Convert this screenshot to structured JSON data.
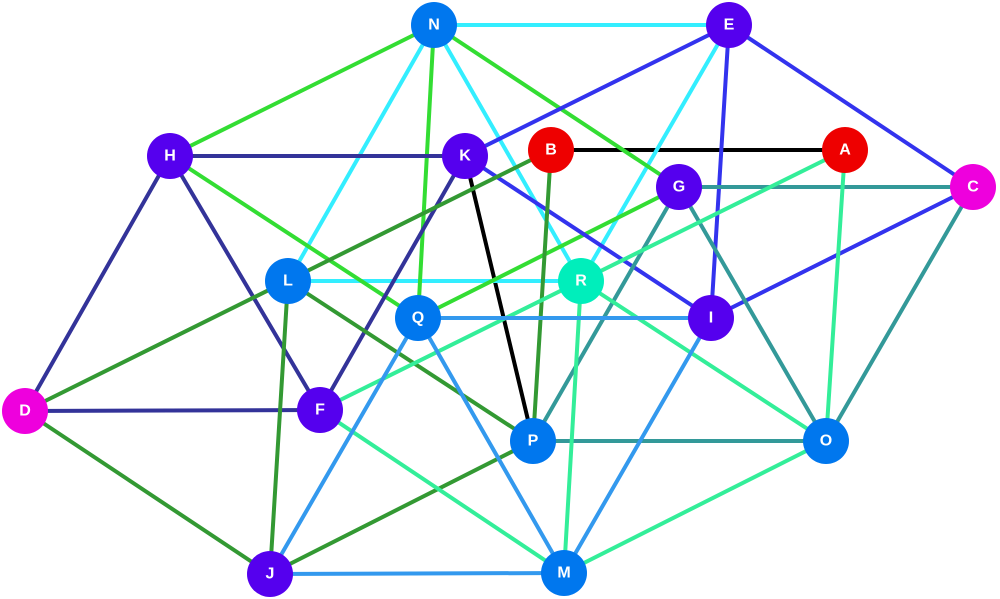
{
  "graph": {
    "colors": {
      "red": "#ee0000",
      "purple": "#5500ee",
      "blue": "#0077ee",
      "magenta": "#ee00dd",
      "teal_node": "#00eebb",
      "black": "#000000",
      "navy": "#333399",
      "cyan": "#33eeff",
      "lime": "#33dd33",
      "forest": "#339933",
      "mint": "#33ee99",
      "skyblue": "#3399ee",
      "royal": "#3333ee",
      "teal": "#339999"
    },
    "nodes": [
      {
        "id": "A",
        "label": "A",
        "color": "red"
      },
      {
        "id": "B",
        "label": "B",
        "color": "red"
      },
      {
        "id": "C",
        "label": "C",
        "color": "magenta"
      },
      {
        "id": "D",
        "label": "D",
        "color": "magenta"
      },
      {
        "id": "E",
        "label": "E",
        "color": "purple"
      },
      {
        "id": "F",
        "label": "F",
        "color": "purple"
      },
      {
        "id": "G",
        "label": "G",
        "color": "purple"
      },
      {
        "id": "H",
        "label": "H",
        "color": "purple"
      },
      {
        "id": "I",
        "label": "I",
        "color": "purple"
      },
      {
        "id": "J",
        "label": "J",
        "color": "purple"
      },
      {
        "id": "K",
        "label": "K",
        "color": "purple"
      },
      {
        "id": "L",
        "label": "L",
        "color": "blue"
      },
      {
        "id": "M",
        "label": "M",
        "color": "blue"
      },
      {
        "id": "N",
        "label": "N",
        "color": "blue"
      },
      {
        "id": "O",
        "label": "O",
        "color": "blue"
      },
      {
        "id": "P",
        "label": "P",
        "color": "blue"
      },
      {
        "id": "Q",
        "label": "Q",
        "color": "blue"
      },
      {
        "id": "R",
        "label": "R",
        "color": "teal_node"
      }
    ],
    "edges": [
      {
        "from": "B",
        "to": "A",
        "color": "black"
      },
      {
        "from": "K",
        "to": "P",
        "color": "black"
      },
      {
        "from": "N",
        "to": "E",
        "color": "cyan"
      },
      {
        "from": "N",
        "to": "L",
        "color": "cyan"
      },
      {
        "from": "N",
        "to": "R",
        "color": "cyan"
      },
      {
        "from": "E",
        "to": "R",
        "color": "cyan"
      },
      {
        "from": "L",
        "to": "R",
        "color": "cyan"
      },
      {
        "from": "N",
        "to": "H",
        "color": "lime"
      },
      {
        "from": "N",
        "to": "Q",
        "color": "lime"
      },
      {
        "from": "N",
        "to": "G",
        "color": "lime"
      },
      {
        "from": "H",
        "to": "Q",
        "color": "lime"
      },
      {
        "from": "G",
        "to": "Q",
        "color": "lime"
      },
      {
        "from": "E",
        "to": "K",
        "color": "royal"
      },
      {
        "from": "E",
        "to": "C",
        "color": "royal"
      },
      {
        "from": "E",
        "to": "I",
        "color": "royal"
      },
      {
        "from": "K",
        "to": "I",
        "color": "royal"
      },
      {
        "from": "C",
        "to": "I",
        "color": "royal"
      },
      {
        "from": "H",
        "to": "K",
        "color": "navy"
      },
      {
        "from": "H",
        "to": "D",
        "color": "navy"
      },
      {
        "from": "H",
        "to": "F",
        "color": "navy"
      },
      {
        "from": "K",
        "to": "F",
        "color": "navy"
      },
      {
        "from": "D",
        "to": "F",
        "color": "navy"
      },
      {
        "from": "B",
        "to": "D",
        "color": "forest"
      },
      {
        "from": "B",
        "to": "P",
        "color": "forest"
      },
      {
        "from": "L",
        "to": "P",
        "color": "forest"
      },
      {
        "from": "L",
        "to": "J",
        "color": "forest"
      },
      {
        "from": "D",
        "to": "J",
        "color": "forest"
      },
      {
        "from": "J",
        "to": "P",
        "color": "forest"
      },
      {
        "from": "G",
        "to": "C",
        "color": "teal"
      },
      {
        "from": "G",
        "to": "P",
        "color": "teal"
      },
      {
        "from": "G",
        "to": "O",
        "color": "teal"
      },
      {
        "from": "C",
        "to": "O",
        "color": "teal"
      },
      {
        "from": "P",
        "to": "O",
        "color": "teal"
      },
      {
        "from": "A",
        "to": "F",
        "color": "mint"
      },
      {
        "from": "A",
        "to": "O",
        "color": "mint"
      },
      {
        "from": "R",
        "to": "O",
        "color": "mint"
      },
      {
        "from": "R",
        "to": "M",
        "color": "mint"
      },
      {
        "from": "F",
        "to": "M",
        "color": "mint"
      },
      {
        "from": "M",
        "to": "O",
        "color": "mint"
      },
      {
        "from": "Q",
        "to": "I",
        "color": "skyblue"
      },
      {
        "from": "Q",
        "to": "J",
        "color": "skyblue"
      },
      {
        "from": "Q",
        "to": "M",
        "color": "skyblue"
      },
      {
        "from": "I",
        "to": "M",
        "color": "skyblue"
      },
      {
        "from": "J",
        "to": "M",
        "color": "skyblue"
      }
    ]
  }
}
